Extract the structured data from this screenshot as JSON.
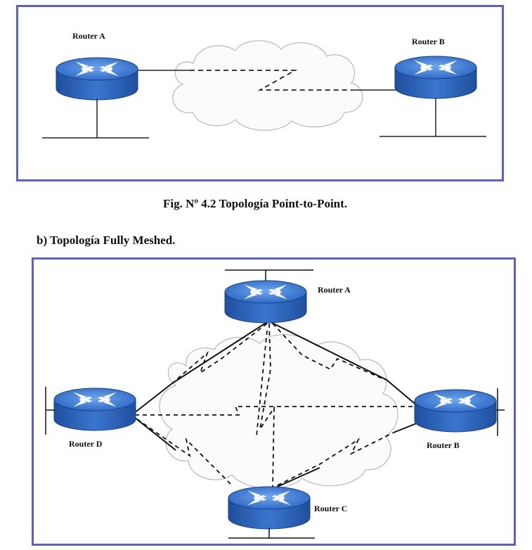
{
  "point_to_point": {
    "router_a": "Router A",
    "router_b": "Router B",
    "caption": "Fig. Nº 4.2 Topología Point-to-Point."
  },
  "fully_meshed": {
    "heading": "b)  Topología Fully Meshed.",
    "router_a": "Router A",
    "router_b": "Router B",
    "router_c": "Router C",
    "router_d": "Router D"
  },
  "colors": {
    "frame": "#5a62c8",
    "router_top": "#3b78d0",
    "router_body": "#2d5fb0"
  }
}
